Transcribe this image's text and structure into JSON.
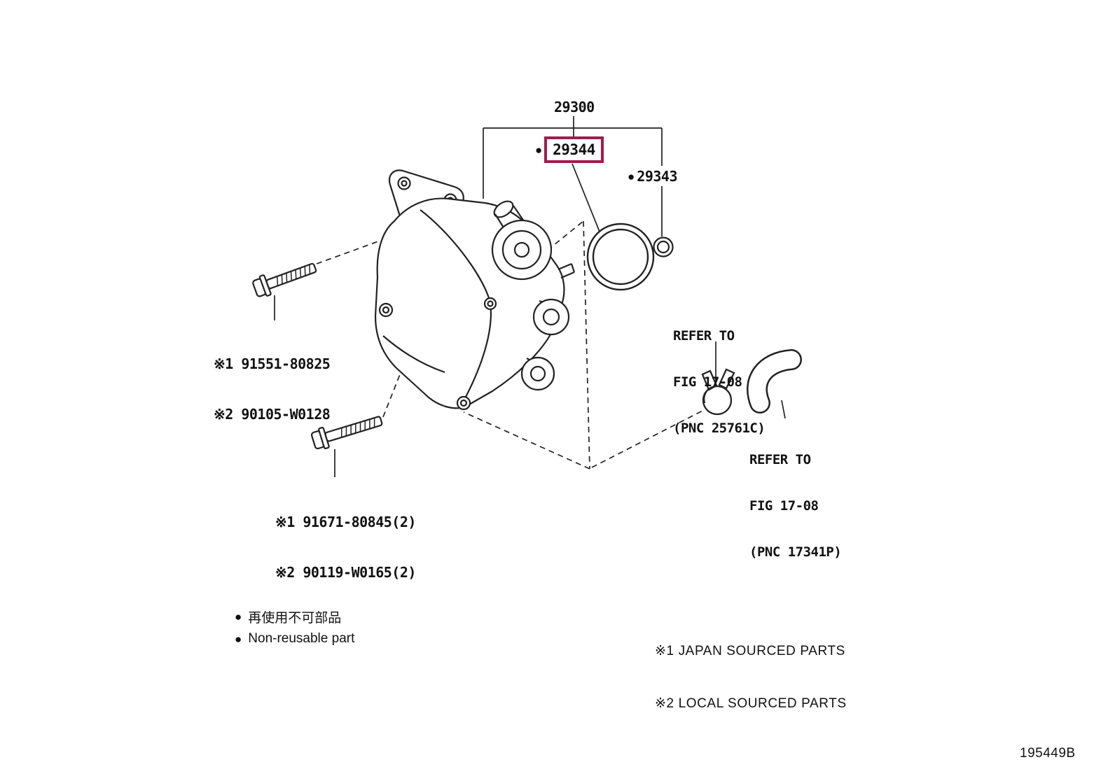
{
  "colors": {
    "highlight_box": "#9e1d4d",
    "line_art": "#222222"
  },
  "diagram": {
    "assembly": {
      "label": "29300"
    },
    "parts": {
      "p29344": {
        "bullet": "●",
        "label": "29344",
        "highlighted": true
      },
      "p29343": {
        "bullet": "●",
        "label": "29343"
      },
      "bolt_upper": {
        "line1": "※1 91551-80825",
        "line2": "※2 90105-W0128"
      },
      "bolt_lower": {
        "line1": "※1 91671-80845(2)",
        "line2": "※2 90119-W0165(2)"
      }
    },
    "references": {
      "clamp": {
        "line1": "REFER TO",
        "line2": "FIG 17-08",
        "line3": "(PNC 25761C)"
      },
      "hose": {
        "line1": "REFER TO",
        "line2": "FIG 17-08",
        "line3": "(PNC 17341P)"
      }
    }
  },
  "legend": {
    "bullet": "●",
    "non_reusable_jp": "再使用不可部品",
    "non_reusable_en": "Non-reusable part",
    "japan_sourced": "※1 JAPAN SOURCED PARTS",
    "local_sourced": "※2 LOCAL SOURCED PARTS"
  },
  "footer": {
    "figure_code": "195449B"
  }
}
